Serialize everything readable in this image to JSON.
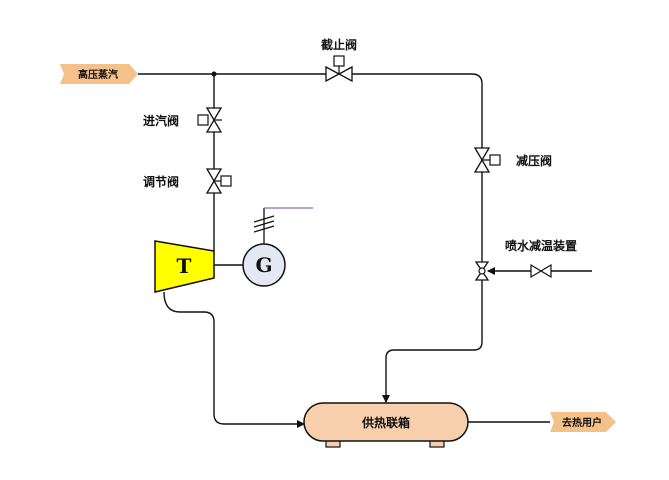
{
  "diagram": {
    "labels": {
      "high_pressure_steam": "高压蒸汽",
      "stop_valve": "截止阀",
      "inlet_valve": "进汽阀",
      "regulating_valve": "调节阀",
      "pressure_reducing_valve": "减压阀",
      "desuperheater": "喷水减温装置",
      "header": "供热联箱",
      "to_users": "去热用户",
      "turbine": "T",
      "generator": "G"
    },
    "colors": {
      "turbine_fill": "#ffff00",
      "tag_fill": "#f5c18a",
      "header_fill": "#f8cfad",
      "generator_fill": "#e3e8f2",
      "wire": "#8a6db0"
    }
  }
}
